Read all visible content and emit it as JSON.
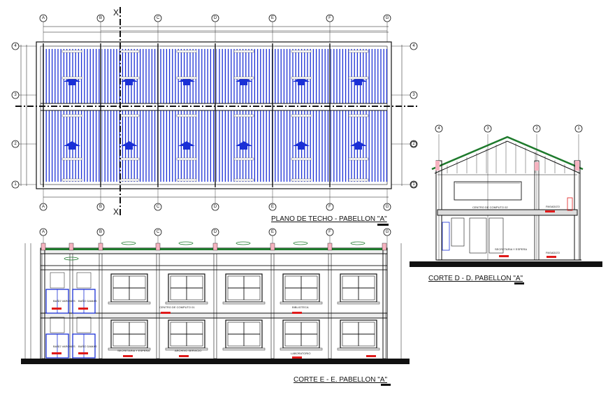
{
  "titles": {
    "roof_plan": "PLANO DE TECHO - PABELLON \"A\"",
    "section_dd": "CORTE  D - D. PABELLON \"A\"",
    "section_ee": "CORTE  E - E. PABELLON \"A\""
  },
  "grid_letters": [
    "A",
    "B",
    "C",
    "D",
    "E",
    "F",
    "G"
  ],
  "grid_numbers_plan": [
    "4",
    "3",
    "2",
    "1"
  ],
  "grid_numbers_dd": [
    "4",
    "3",
    "2",
    "1"
  ],
  "section_mark": "X",
  "room_labels_ee": {
    "computo": "CENTRO DE COMPUTO 01",
    "biblioteca": "BIBLIOTECA",
    "secretaria": "SECRETARIA Y ESPERA",
    "archivo": "ARCHIVO SERVICIO",
    "laboratorio": "LABORATORIO",
    "bano_1": "BAÑO VARONES",
    "bano_2": "BAÑO DAMAS",
    "bano_3": "BAÑO VARONES",
    "bano_4": "BAÑO DAMAS"
  },
  "room_labels_dd": {
    "computo": "CENTRO DE COMPUTO 02",
    "pasadizo_1": "PASADIZO",
    "secretaria": "SECRETARIA Y ESPERA",
    "pasadizo_2": "PASADIZO"
  },
  "colors": {
    "line": "#111111",
    "blue": "#1a2fd6",
    "red": "#e01a1a",
    "green": "#1e7a2c",
    "pink": "#f6b3c0"
  }
}
